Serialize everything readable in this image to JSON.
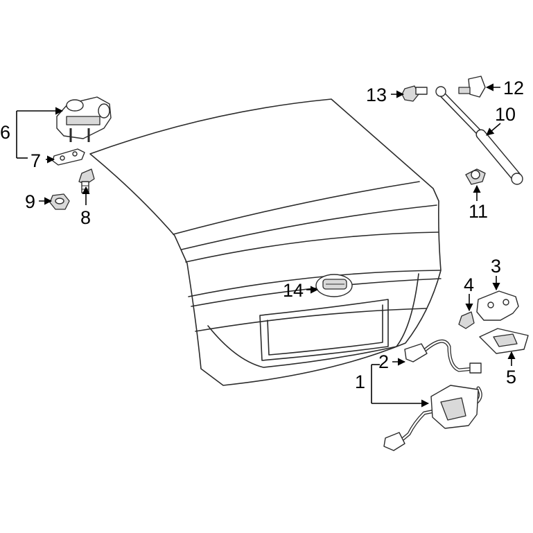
{
  "callouts": {
    "c1": "1",
    "c2": "2",
    "c3": "3",
    "c4": "4",
    "c5": "5",
    "c6": "6",
    "c7": "7",
    "c8": "8",
    "c9": "9",
    "c10": "10",
    "c11": "11",
    "c12": "12",
    "c13": "13",
    "c14": "14"
  },
  "colors": {
    "line": "#2a2a2a",
    "part_shading": "#d9d9d9",
    "background": "#ffffff"
  }
}
